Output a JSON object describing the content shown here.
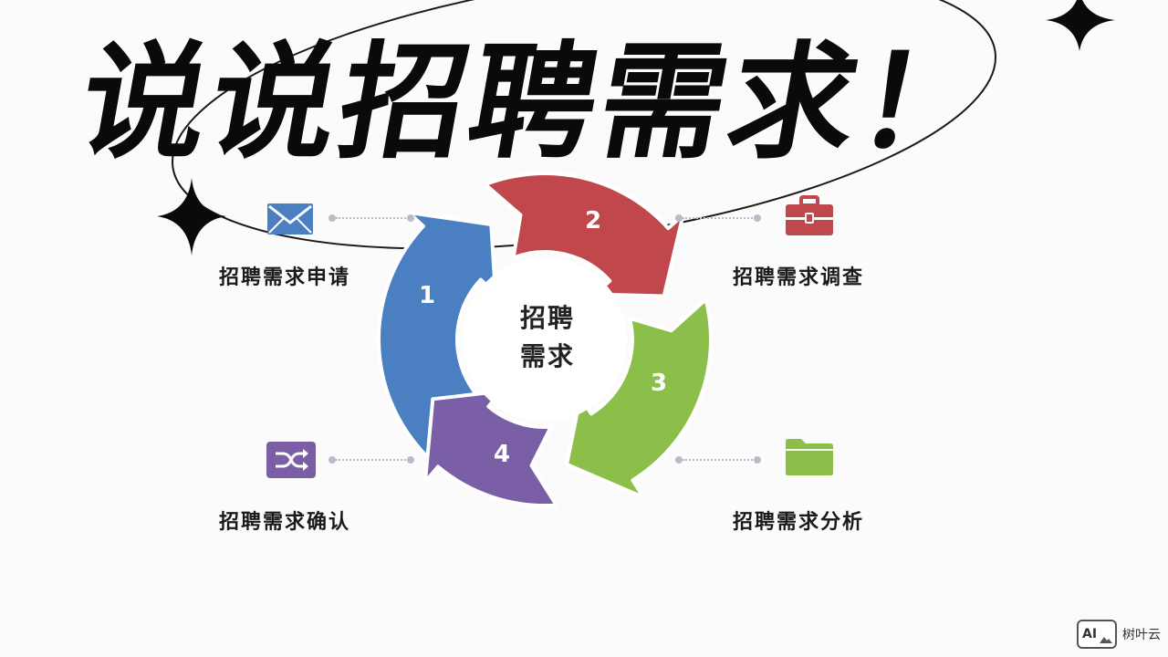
{
  "headline": "说说招聘需求！",
  "hub": {
    "line1": "招聘",
    "line2": "需求"
  },
  "steps": [
    {
      "number": "1",
      "label": "招聘需求申请",
      "color": "#4a7fc1",
      "icon": "mail-icon"
    },
    {
      "number": "2",
      "label": "招聘需求调查",
      "color": "#c0474b",
      "icon": "briefcase-icon"
    },
    {
      "number": "3",
      "label": "招聘需求分析",
      "color": "#8cbf4a",
      "icon": "folder-icon"
    },
    {
      "number": "4",
      "label": "招聘需求确认",
      "color": "#7b5fa6",
      "icon": "shuffle-icon"
    }
  ],
  "watermark": {
    "badge": "AI",
    "text": "树叶云"
  }
}
